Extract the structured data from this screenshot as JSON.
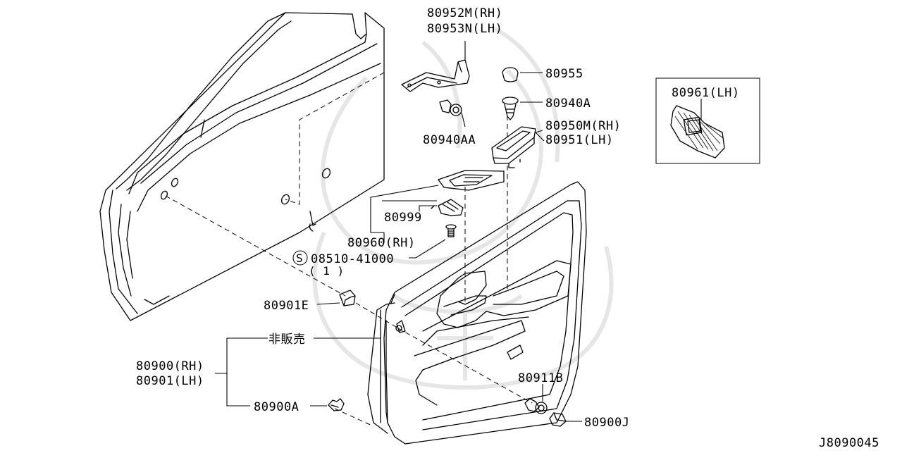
{
  "labels": {
    "p80952": "80952M(RH)",
    "p80953": "80953N(LH)",
    "p80955": "80955",
    "p80940a": "80940A",
    "p80940aa": "80940AA",
    "p80950": "80950M(RH)",
    "p80951": "80951(LH)",
    "p80961": "80961(LH)",
    "p80999": "80999",
    "p80960": "80960(RH)",
    "screw_s": "S",
    "screw_no": "08510-41000",
    "screw_qty": "( 1 )",
    "p80901e": "80901E",
    "not_sold": "非販売",
    "p80900": "80900(RH)",
    "p80901": "80901(LH)",
    "p80900a": "80900A",
    "p80911b": "80911B",
    "p80900j": "80900J"
  },
  "diagram_code": "J8090045",
  "colors": {
    "line": "#000000",
    "watermark": "#e6e6e6",
    "background": "#ffffff"
  }
}
